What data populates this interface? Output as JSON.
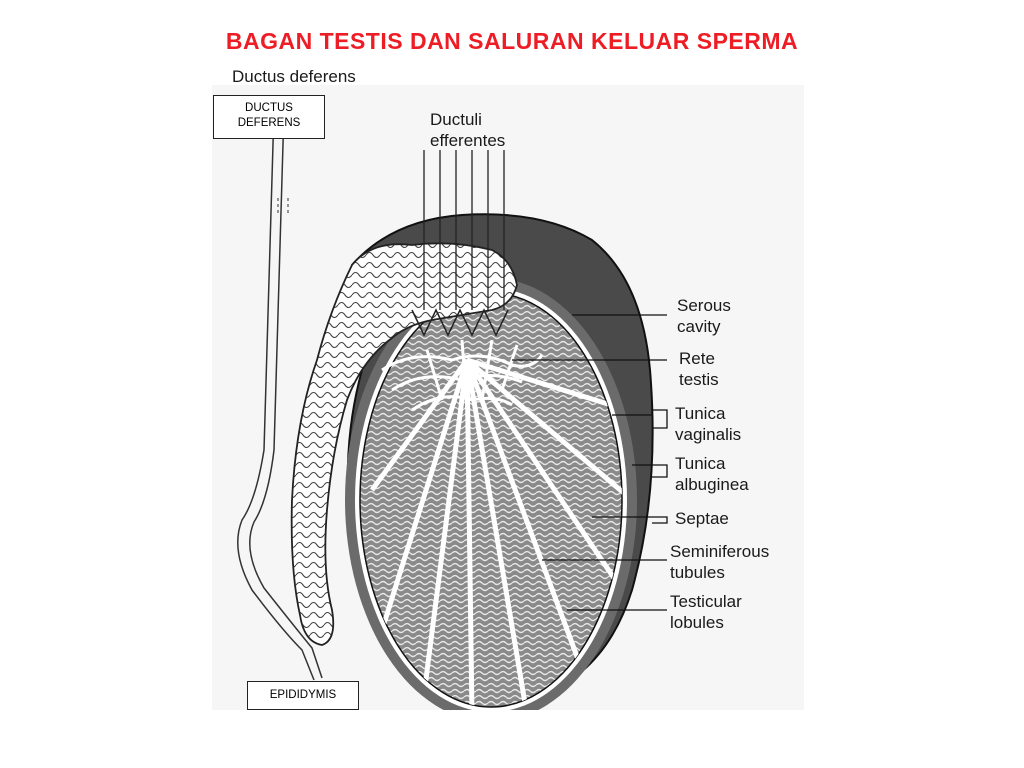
{
  "slide": {
    "title": "BAGAN TESTIS DAN SALURAN KELUAR SPERMA"
  },
  "boxes": {
    "ductus_deferens": "DUCTUS DEFERENS",
    "epididymis": "EPIDIDYMIS"
  },
  "diagram_labels": {
    "ductus_deferens_top": "Ductus deferens",
    "ductuli_efferentes_1": "Ductuli",
    "ductuli_efferentes_2": "efferentes",
    "serous_cavity_1": "Serous",
    "serous_cavity_2": "cavity",
    "rete_testis_1": "Rete",
    "rete_testis_2": "testis",
    "tunica_vaginalis_1": "Tunica",
    "tunica_vaginalis_2": "vaginalis",
    "tunica_albuginea_1": "Tunica",
    "tunica_albuginea_2": "albuginea",
    "septae": "Septae",
    "seminiferous_1": "Seminiferous",
    "seminiferous_2": "tubules",
    "testicular_lobules_1": "Testicular",
    "testicular_lobules_2": "lobules"
  }
}
